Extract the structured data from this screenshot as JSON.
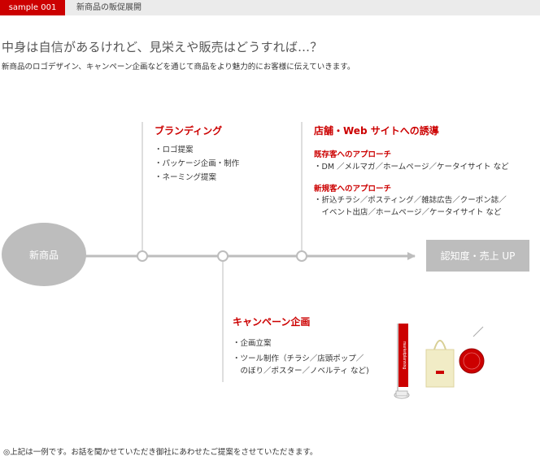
{
  "header": {
    "tag": "sample 001",
    "title": "新商品の販促展開"
  },
  "headline": "中身は自信があるけれど、見栄えや販売はどうすれば…？",
  "lead": "新商品のロゴデザイン、キャンペーン企画などを通じて商品をより魅力的にお客様に伝えていきます。",
  "flow": {
    "start": "新商品",
    "goal": "認知度・売上 UP"
  },
  "branding": {
    "title": "ブランディング",
    "items": [
      "・ロゴ提案",
      "・パッケージ企画・制作",
      "・ネーミング提案"
    ]
  },
  "store_web": {
    "title": "店舗・Web サイトへの誘導",
    "existing_title": "既存客へのアプローチ",
    "existing_items": [
      "・DM ／メルマガ／ホームページ／ケータイサイト など"
    ],
    "new_title": "新規客へのアプローチ",
    "new_items": [
      "・折込チラシ／ポスティング／雑誌広告／クーポン誌／",
      "　イベント出店／ホームページ／ケータイサイト など"
    ]
  },
  "campaign": {
    "title": "キャンペーン企画",
    "items": [
      "・企画立案",
      "・ツール制作（チラシ／店頭ポップ／",
      "　のぼり／ポスター／ノベルティ など)"
    ]
  },
  "illustration": {
    "banner_text": "marketplanning",
    "colors": {
      "accent": "#cc0000",
      "gray": "#bdbdbd",
      "bag": "#f1ecc6"
    }
  },
  "footnote": "◎上記は一例です。お話を聞かせていただき御社にあわせたご提案をさせていただきます。"
}
